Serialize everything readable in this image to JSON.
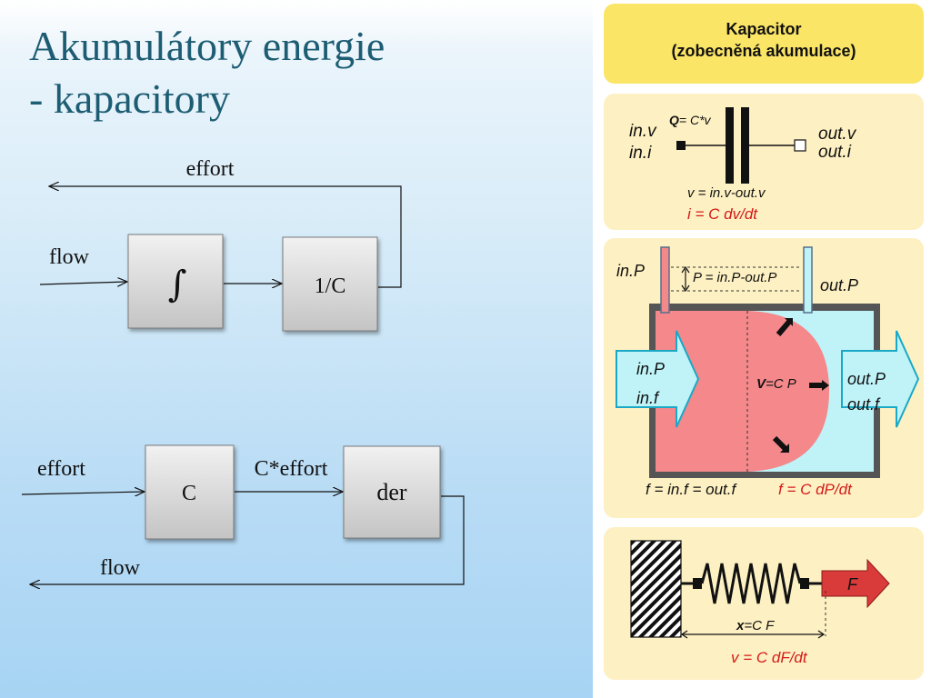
{
  "title": {
    "line1": "Akumulátory energie",
    "line2": "- kapacitory"
  },
  "diagram1": {
    "feedback_label": "effort",
    "input_label": "flow",
    "integrator_symbol": "∫",
    "gain_label": "1/C"
  },
  "diagram2": {
    "input_label": "effort",
    "gain_label": "C",
    "mid_label": "C*effort",
    "der_label": "der",
    "output_label": "flow"
  },
  "panel": {
    "header_line1": "Kapacitor",
    "header_line2": "(zobecněná akumulace)",
    "electrical": {
      "in_v": "in.v",
      "in_i": "in.i",
      "q_var": "Q",
      "q_eq": "= C*v",
      "out_v": "out.v",
      "out_i": "out.i",
      "v_eq": "v = in.v-out.v",
      "i_eq": "i = C dv/dt"
    },
    "hydraulic": {
      "in_p_top": "in.P",
      "p_eq": "P = in.P-out.P",
      "out_p_top": "out.P",
      "in_p_arrow": "in.P",
      "in_f_arrow": "in.f",
      "v_var": "V",
      "v_eq": "=C P",
      "out_p_arrow": "out.P",
      "out_f_arrow": "out.f",
      "f_eq": "f = in.f = out.f",
      "f_der": "f = C dP/dt"
    },
    "mechanical": {
      "force": "F",
      "x_var": "x",
      "x_eq": "=C F",
      "v_der": "v = C dF/dt"
    }
  }
}
